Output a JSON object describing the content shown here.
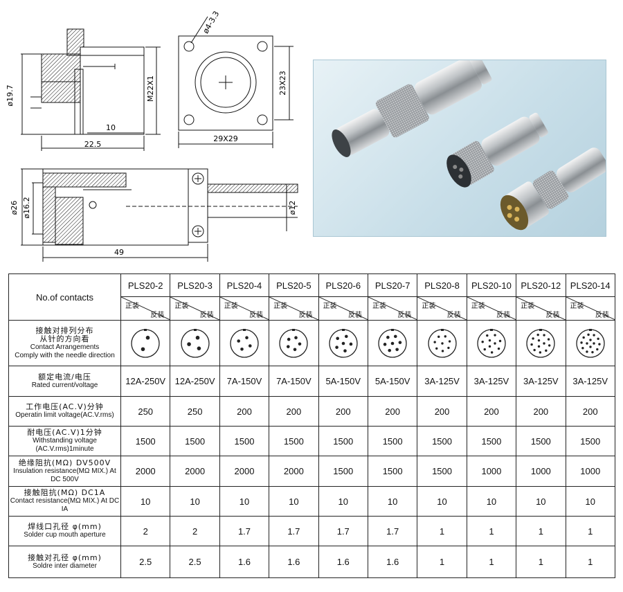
{
  "drawing_top_left": {
    "dia_19_7": "ø19.7",
    "m22": "M22X1",
    "d10": "10",
    "d22_5": "22.5"
  },
  "drawing_top_flange": {
    "holes": "ø4-3.3",
    "d23": "23X23",
    "d29": "29X29"
  },
  "drawing_bottom": {
    "dia26": "ø26",
    "dia16_2": "ø16.2",
    "dia12": "ø12",
    "d49": "49"
  },
  "table": {
    "header_label": "No.of contacts",
    "models": [
      "PLS20-2",
      "PLS20-3",
      "PLS20-4",
      "PLS20-5",
      "PLS20-6",
      "PLS20-7",
      "PLS20-8",
      "PLS20-10",
      "PLS20-12",
      "PLS20-14"
    ],
    "gender_male": "正装",
    "gender_female": "反装",
    "arrangement_label_cn1": "接触对排列分布",
    "arrangement_label_cn2": "从针的方向看",
    "arrangement_label_en1": "Contact Arrangements",
    "arrangement_label_en2": "Comply with the needle direction",
    "rows": [
      {
        "cn": "额定电流/电压",
        "en": "Rated current/voltage",
        "values": [
          "12A-250V",
          "12A-250V",
          "7A-150V",
          "7A-150V",
          "5A-150V",
          "5A-150V",
          "3A-125V",
          "3A-125V",
          "3A-125V",
          "3A-125V"
        ]
      },
      {
        "cn": "工作电压(AC.V)分钟",
        "en": "Operatin limit voltage(AC.V.rms)",
        "values": [
          "250",
          "250",
          "200",
          "200",
          "200",
          "200",
          "200",
          "200",
          "200",
          "200"
        ]
      },
      {
        "cn": "耐电压(AC.V)1分钟",
        "en": "Withstanding voltage (AC.V.rms)1minute",
        "values": [
          "1500",
          "1500",
          "1500",
          "1500",
          "1500",
          "1500",
          "1500",
          "1500",
          "1500",
          "1500"
        ]
      },
      {
        "cn": "绝缘阻抗(MΩ) DV500V",
        "en": "Insulation resistance(MΩ MIX.) At DC 500V",
        "values": [
          "2000",
          "2000",
          "2000",
          "2000",
          "1500",
          "1500",
          "1500",
          "1000",
          "1000",
          "1000"
        ]
      },
      {
        "cn": "接触阻抗(MΩ) DC1A",
        "en": "Contact resistance(MΩ MIX.) At DC IA",
        "values": [
          "10",
          "10",
          "10",
          "10",
          "10",
          "10",
          "10",
          "10",
          "10",
          "10"
        ]
      },
      {
        "cn": "焊线口孔径 φ(mm)",
        "en": "Solder cup mouth aperture",
        "values": [
          "2",
          "2",
          "1.7",
          "1.7",
          "1.7",
          "1.7",
          "1",
          "1",
          "1",
          "1"
        ]
      },
      {
        "cn": "接触对孔径 φ(mm)",
        "en": "Soldre inter diameter",
        "values": [
          "2.5",
          "2.5",
          "1.6",
          "1.6",
          "1.6",
          "1.6",
          "1",
          "1",
          "1",
          "1"
        ]
      }
    ]
  }
}
